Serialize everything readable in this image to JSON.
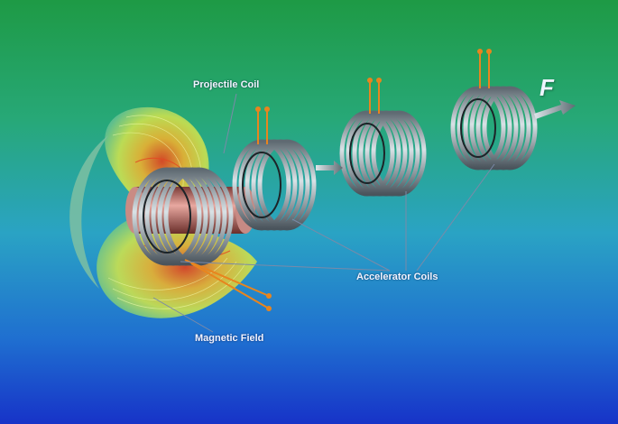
{
  "labels": {
    "projectile_coil": "Projectile Coil",
    "accelerator_coils": "Accelerator Coils",
    "magnetic_field": "Magnetic Field",
    "force": "F"
  },
  "colors": {
    "background_top": "#1ea84a",
    "background_mid": "#2aa7c8",
    "background_bottom": "#1a3fd0",
    "coil_metal": "#a9b4ba",
    "projectile": "#b86a63",
    "field_line_inner": "#e0421e",
    "field_line_outer": "#d8e64a",
    "lead_wire": "#e8851e",
    "leader_line": "#7a8aa8"
  },
  "icons": {
    "arrow": "arrow-right-icon"
  }
}
